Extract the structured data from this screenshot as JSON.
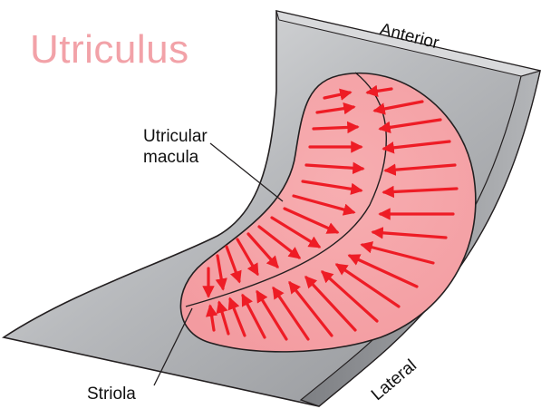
{
  "title": "Utriculus",
  "labels": {
    "macula_line1": "Utricular",
    "macula_line2": "macula",
    "striola": "Striola",
    "anterior": "Anterior",
    "lateral": "Lateral"
  },
  "colors": {
    "title": "#f2a2a8",
    "sheet": "#a7a9ac",
    "macula_fill": "#f7a8ab",
    "arrow": "#ee1c25",
    "outline": "#231f20"
  }
}
